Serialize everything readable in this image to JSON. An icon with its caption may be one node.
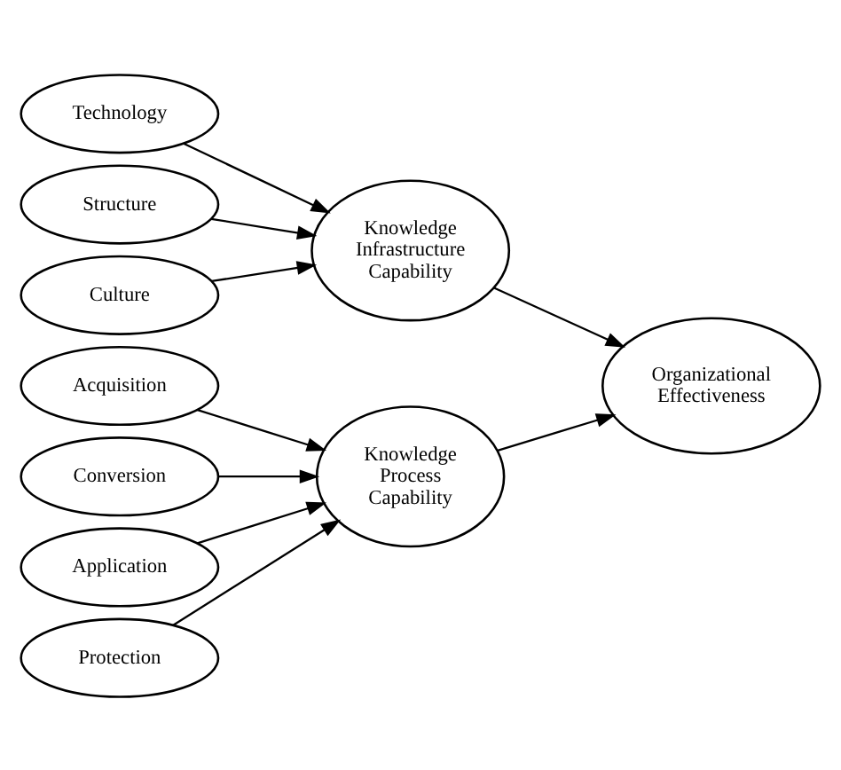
{
  "diagram": {
    "nodes": [
      {
        "text": [
          "Technology"
        ]
      },
      {
        "text": [
          "Structure"
        ]
      },
      {
        "text": [
          "Culture"
        ]
      },
      {
        "text": [
          "Knowledge Infrastructure Capability"
        ]
      },
      {
        "text": [
          "Acquisition"
        ]
      },
      {
        "text": [
          "Conversion"
        ]
      },
      {
        "text": [
          "Application"
        ]
      },
      {
        "text": [
          "Protection"
        ]
      },
      {
        "text": [
          "Knowledge Process Capability"
        ]
      },
      {
        "text": [
          "Organizational Effectiveness"
        ]
      }
    ],
    "edges": [
      {
        "from": 0,
        "to": 3,
        "arrow": "to"
      },
      {
        "from": 1,
        "to": 3,
        "arrow": "to"
      },
      {
        "from": 2,
        "to": 3,
        "arrow": "to"
      },
      {
        "from": 3,
        "to": 9,
        "arrow": "to"
      },
      {
        "from": 4,
        "to": 8,
        "arrow": "to"
      },
      {
        "from": 5,
        "to": 8,
        "arrow": "to"
      },
      {
        "from": 6,
        "to": 8,
        "arrow": "to"
      },
      {
        "from": 7,
        "to": 8,
        "arrow": "to"
      },
      {
        "from": 8,
        "to": 9,
        "arrow": "to"
      }
    ]
  }
}
